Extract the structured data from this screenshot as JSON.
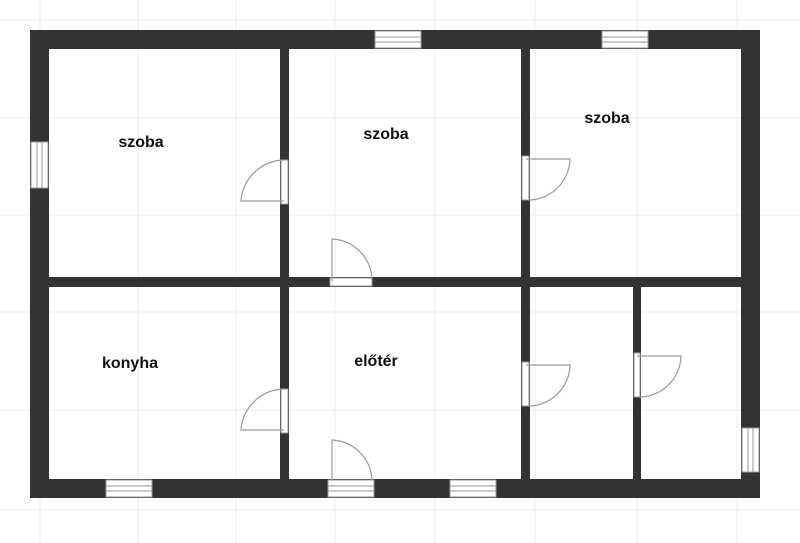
{
  "plan": {
    "rooms": [
      {
        "label": "szoba"
      },
      {
        "label": "szoba"
      },
      {
        "label": "szoba"
      },
      {
        "label": "konyha"
      },
      {
        "label": "előtér"
      }
    ],
    "colors": {
      "wall": "#333333",
      "background": "#ffffff",
      "fixture": "#999999"
    }
  }
}
